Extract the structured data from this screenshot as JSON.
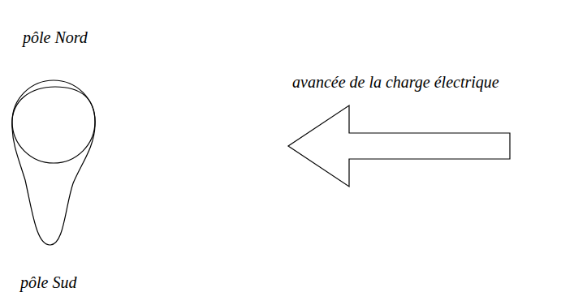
{
  "diagram": {
    "labels": [
      "pôle Nord",
      "pôle Sud",
      "avancée de la charge électrique"
    ]
  }
}
